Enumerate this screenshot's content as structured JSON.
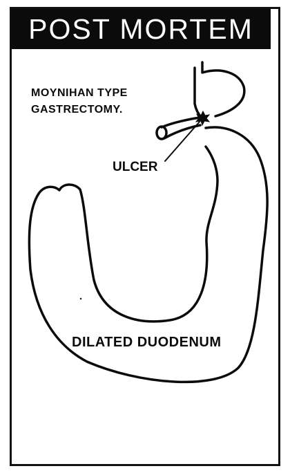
{
  "title": "POST MORTEM",
  "procedure_lines": [
    "MOYNIHAN TYPE",
    "GASTRECTOMY."
  ],
  "labels": {
    "ulcer": "ULCER",
    "duodenum": "DILATED DUODENUM"
  },
  "colors": {
    "ink": "#0b0b0b",
    "paper": "#ffffff"
  }
}
